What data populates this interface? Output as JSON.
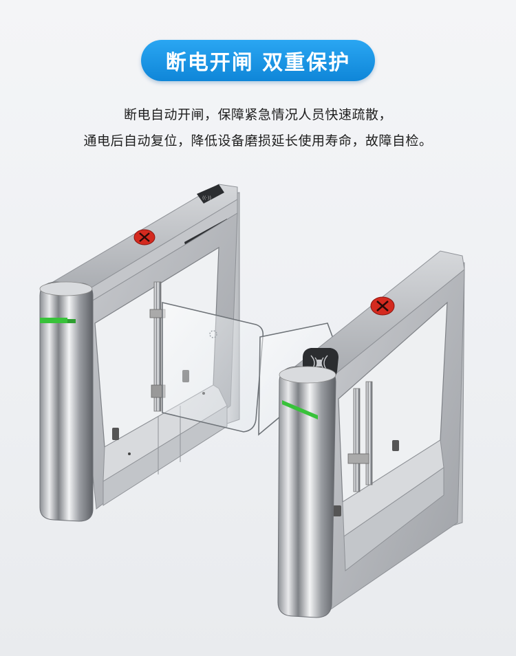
{
  "header": {
    "title": "断电开闸  双重保护"
  },
  "description": {
    "line1": "断电自动开闸，保障紧急情况人员快速疏散，",
    "line2": "通电后自动复位，降低设备磨损延长使用寿命，故障自检。"
  },
  "colors": {
    "pill_blue": "#1596e3",
    "indicator_red": "#d42a1f",
    "indicator_green": "#38c23a",
    "steel": "#b9bcc1"
  },
  "icons": {
    "left_gate_indicator": "red-x-icon",
    "right_gate_indicator": "red-x-icon",
    "card_reader": "rfid-card-icon"
  }
}
